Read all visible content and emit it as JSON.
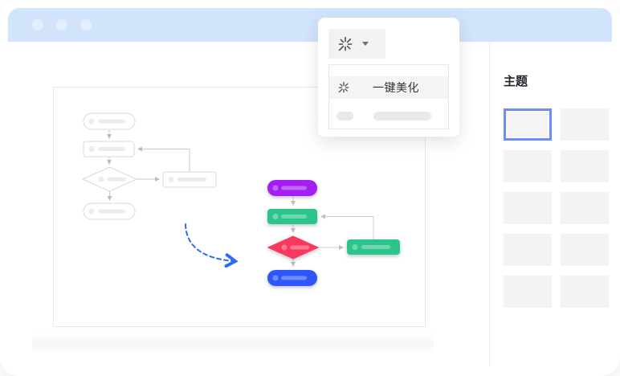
{
  "titlebar": {
    "dot_count": 3,
    "color": "#d2e4fb"
  },
  "popup": {
    "button": {
      "icon": "magic-burst-icon",
      "caret_icon": "caret-down-icon"
    },
    "menu_items": [
      {
        "icon": "magic-burst-icon",
        "label": "一键美化",
        "highlighted": true
      }
    ]
  },
  "theme_panel": {
    "title": "主题",
    "thumbnail_count": 10,
    "selected_index": 0,
    "selected_border_color": "#6d8cf7"
  },
  "colors": {
    "titlebar_blue": "#d2e4fb",
    "dashed_arrow_blue": "#2f6bf2",
    "connector_gray": "#c8c8c8",
    "plain_node_border": "#d8d8d8"
  },
  "flowchart_plain": {
    "nodes": [
      {
        "shape": "terminator"
      },
      {
        "shape": "process"
      },
      {
        "shape": "decision"
      },
      {
        "shape": "process"
      },
      {
        "shape": "terminator"
      }
    ]
  },
  "flowchart_styled": {
    "nodes": [
      {
        "shape": "terminator",
        "color": "#a41df2"
      },
      {
        "shape": "process",
        "color": "#2bc48a"
      },
      {
        "shape": "decision",
        "color": "#f8395e"
      },
      {
        "shape": "process",
        "color": "#2bc48a"
      },
      {
        "shape": "terminator",
        "color": "#2e56fb"
      }
    ]
  }
}
